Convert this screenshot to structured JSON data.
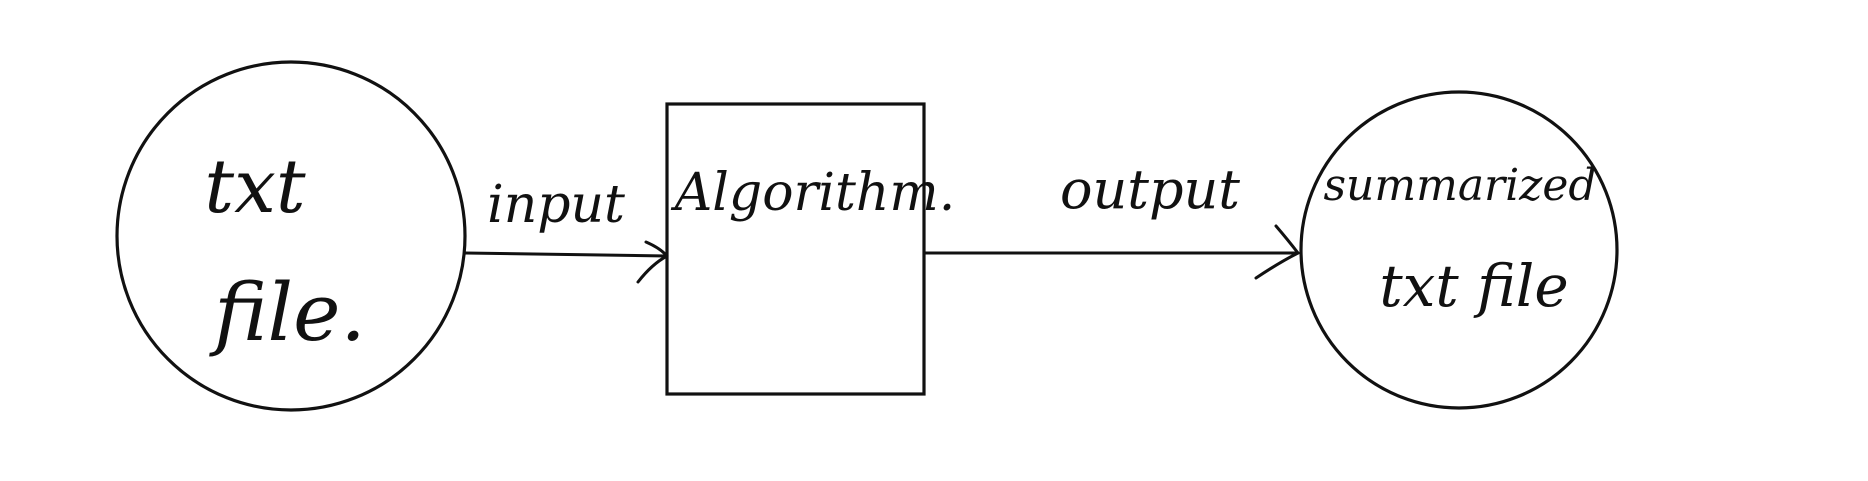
{
  "colors": {
    "ink": "#111111",
    "background": "#ffffff"
  },
  "nodes": {
    "input_file": {
      "shape": "circle",
      "line1": "txt",
      "line2": "file."
    },
    "algorithm": {
      "shape": "rectangle",
      "label": "Algorithm."
    },
    "output_file": {
      "shape": "circle",
      "line1": "summarized",
      "line2": "txt file"
    }
  },
  "edges": {
    "input": {
      "label": "input",
      "from": "input_file",
      "to": "algorithm"
    },
    "output": {
      "label": "output",
      "from": "algorithm",
      "to": "output_file"
    }
  }
}
